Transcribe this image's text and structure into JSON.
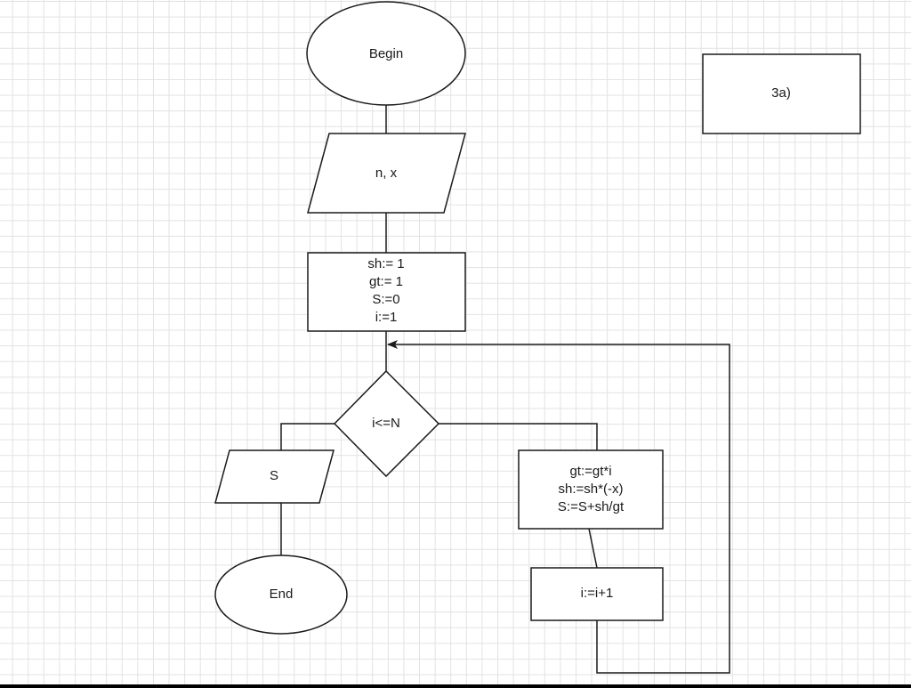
{
  "diagram": {
    "begin": "Begin",
    "input": "n, x",
    "init": [
      "sh:= 1",
      "gt:= 1",
      "S:=0",
      "i:=1"
    ],
    "condition": "i<=N",
    "output": "S",
    "loop_body": [
      "gt:=gt*i",
      "sh:=sh*(-x)",
      "S:=S+sh/gt"
    ],
    "increment": "i:=i+1",
    "end": "End",
    "note": "3a)"
  }
}
